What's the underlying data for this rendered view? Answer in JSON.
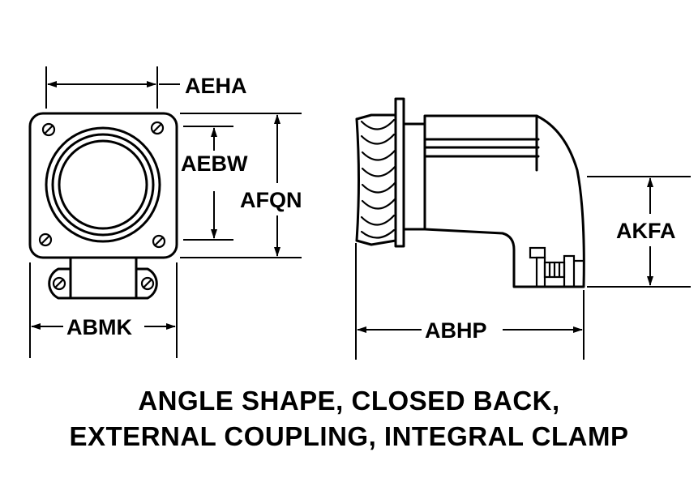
{
  "dimensions": {
    "aeha": "AEHA",
    "aebw": "AEBW",
    "afqn": "AFQN",
    "abmk": "ABMK",
    "abhp": "ABHP",
    "akfa": "AKFA"
  },
  "caption": {
    "line1": "ANGLE SHAPE, CLOSED BACK,",
    "line2": "EXTERNAL COUPLING, INTEGRAL CLAMP"
  }
}
